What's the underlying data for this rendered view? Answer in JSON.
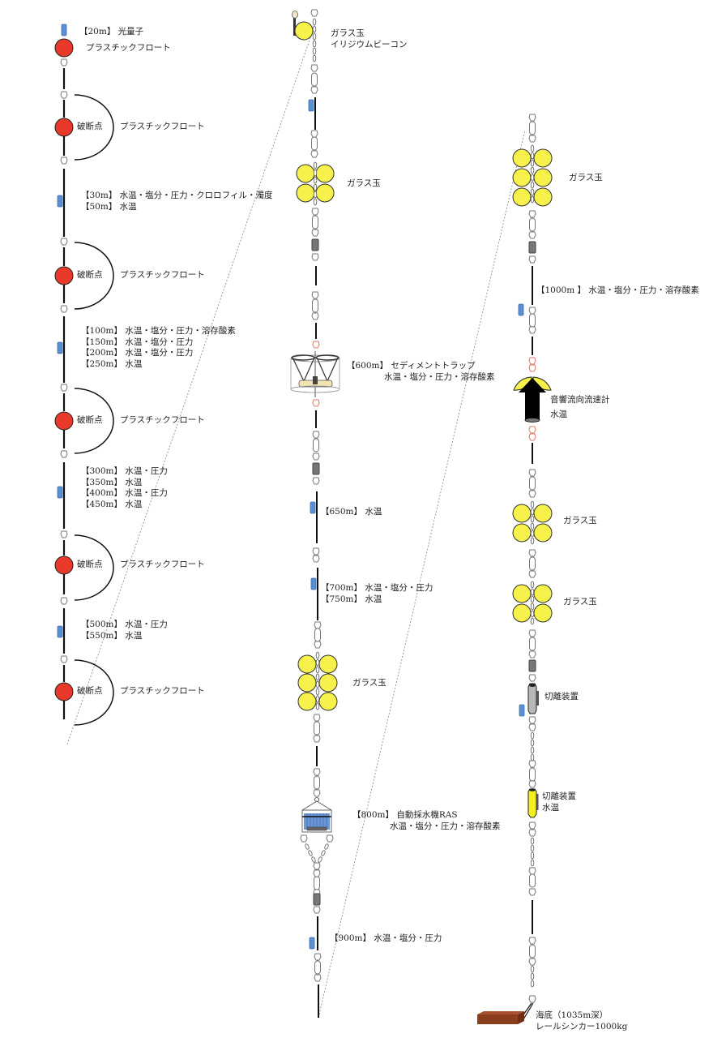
{
  "diagram": {
    "type": "ocean-mooring-schematic",
    "colors": {
      "plastic_float": "#e8392a",
      "glass_ball": "#f7f24b",
      "sensor": "#5b8fd4",
      "line": "#111111",
      "shackle_red": "#e27a6f",
      "sinker": "#8b3d1c",
      "connector_dash": "#8a8fb0"
    },
    "left_column": {
      "top_label": "【20m】 光量子",
      "top_float_label": "プラスチックフロート",
      "break_point_label": "破断点",
      "float_label": "プラスチックフロート",
      "sensor_groups": [
        [
          "【30m】 水温・塩分・圧力・クロロフィル・濁度",
          "【50m】 水温"
        ],
        [
          "【100m】 水温・塩分・圧力・溶存酸素",
          "【150m】 水温・塩分・圧力",
          "【200m】 水温・塩分・圧力",
          "【250m】 水温"
        ],
        [
          "【300m】 水温・圧力",
          "【350m】 水温",
          "【400m】 水温・圧力",
          "【450m】 水温"
        ],
        [
          "【500m】 水温・圧力",
          "【550m】 水温"
        ]
      ]
    },
    "middle_column": {
      "top_buoy": [
        "ガラス玉",
        "イリジウムビーコン"
      ],
      "glass_ball_label": "ガラス玉",
      "sediment_trap": [
        "【600m】 セディメントトラップ",
        "水温・塩分・圧力・溶存酸素"
      ],
      "sensor_650": "【650m】 水温",
      "sensor_700": [
        "【700m】 水温・塩分・圧力",
        "【750m】 水温"
      ],
      "glass_ball_label_2": "ガラス玉",
      "ras": [
        "【800m】 自動採水機RAS",
        "水温・塩分・圧力・溶存酸素"
      ],
      "sensor_900": "【900m】 水温・塩分・圧力"
    },
    "right_column": {
      "glass_ball_label_1": "ガラス玉",
      "sensor_1000": "【1000m 】 水温・塩分・圧力・溶存酸素",
      "adcp": [
        "音響流向流速計",
        "水温"
      ],
      "glass_ball_label_2": "ガラス玉",
      "glass_ball_label_3": "ガラス玉",
      "release_1": "切離装置",
      "release_2": [
        "切離装置",
        "水温"
      ],
      "seabed": [
        "海底（1035m深）",
        "レールシンカー1000kg"
      ]
    }
  }
}
